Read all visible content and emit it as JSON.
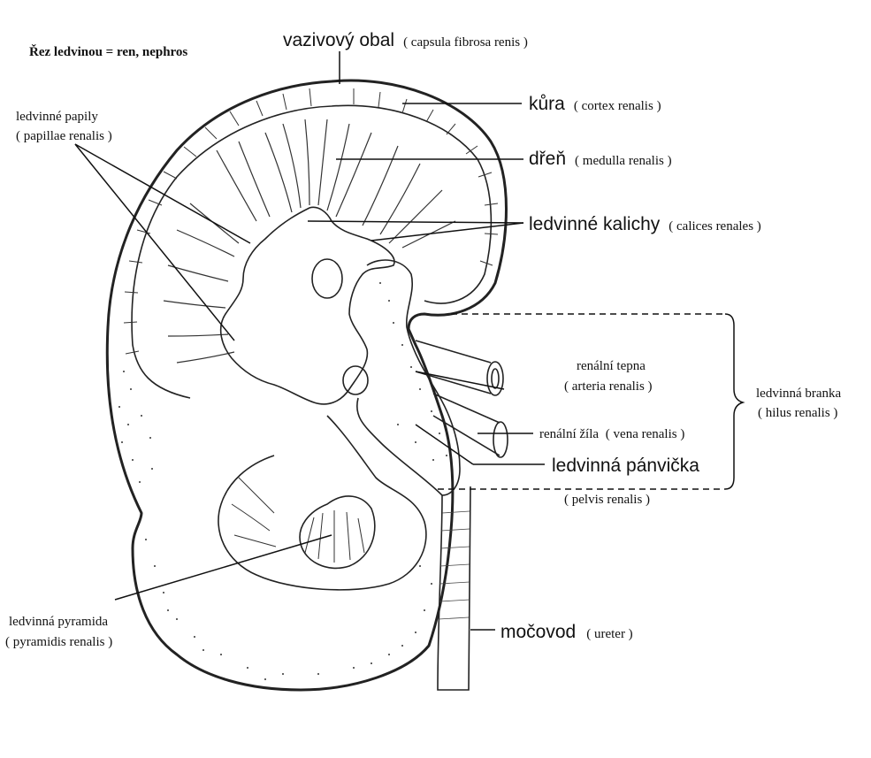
{
  "title": "Řez ledvinou = ren, nephros",
  "labels": {
    "capsule": {
      "name": "vazivový obal",
      "latin": "( capsula fibrosa renis )"
    },
    "cortex": {
      "name": "kůra",
      "latin": "( cortex renalis )"
    },
    "medulla": {
      "name": "dřeň",
      "latin": "( medulla renalis )"
    },
    "calyces": {
      "name": "ledvinné kalichy",
      "latin": "( calices renales )"
    },
    "papillae": {
      "name": "ledvinné papily",
      "latin": "( papillae renalis )"
    },
    "artery": {
      "name": "renální tepna",
      "latin": "( arteria renalis )"
    },
    "vein": {
      "name": "renální žíla",
      "latin": "( vena renalis )"
    },
    "pelvis": {
      "name": "ledvinná pánvička",
      "latin": "( pelvis renalis )"
    },
    "hilus": {
      "name": "ledvinná branka",
      "latin": "( hilus renalis )"
    },
    "pyramid": {
      "name": "ledvinná pyramida",
      "latin": "( pyramidis renalis )"
    },
    "ureter": {
      "name": "močovod",
      "latin": "( ureter )"
    }
  },
  "colors": {
    "ink": "#222222",
    "background": "#ffffff"
  }
}
